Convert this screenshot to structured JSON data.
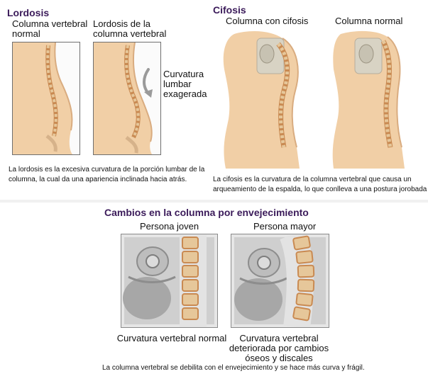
{
  "lordosis": {
    "title": "Lordosis",
    "label_normal": "Columna vertebral normal",
    "label_lordosis": "Lordosis de la columna vertebral",
    "callout": "Curvatura lumbar exagerada",
    "caption": "La lordosis es la excesiva curvatura de la porción lumbar de la columna, la cual da una apariencia inclinada hacia atrás."
  },
  "cifosis": {
    "title": "Cifosis",
    "label_cifosis": "Columna con cifosis",
    "label_normal": "Columna normal",
    "caption": "La cifosis es la curvatura de la columna vertebral que causa un arqueamiento de la espalda,  lo que conlleva a una postura jorobada"
  },
  "envejecimiento": {
    "title": "Cambios en la columna por envejecimiento",
    "label_joven": "Persona joven",
    "label_mayor": "Persona mayor",
    "caption_joven": "Curvatura vertebral normal",
    "caption_mayor": "Curvatura vertebral deteriorada por cambios óseos y discales",
    "caption": "La columna vertebral se debilita con el envejecimiento y se hace más curva y frágil."
  },
  "colors": {
    "title": "#3b1b5a",
    "skin": "#f1cfa6",
    "bone": "#e6c79a",
    "disc": "#c98a52",
    "ct_gray": "#8d8d8d"
  }
}
